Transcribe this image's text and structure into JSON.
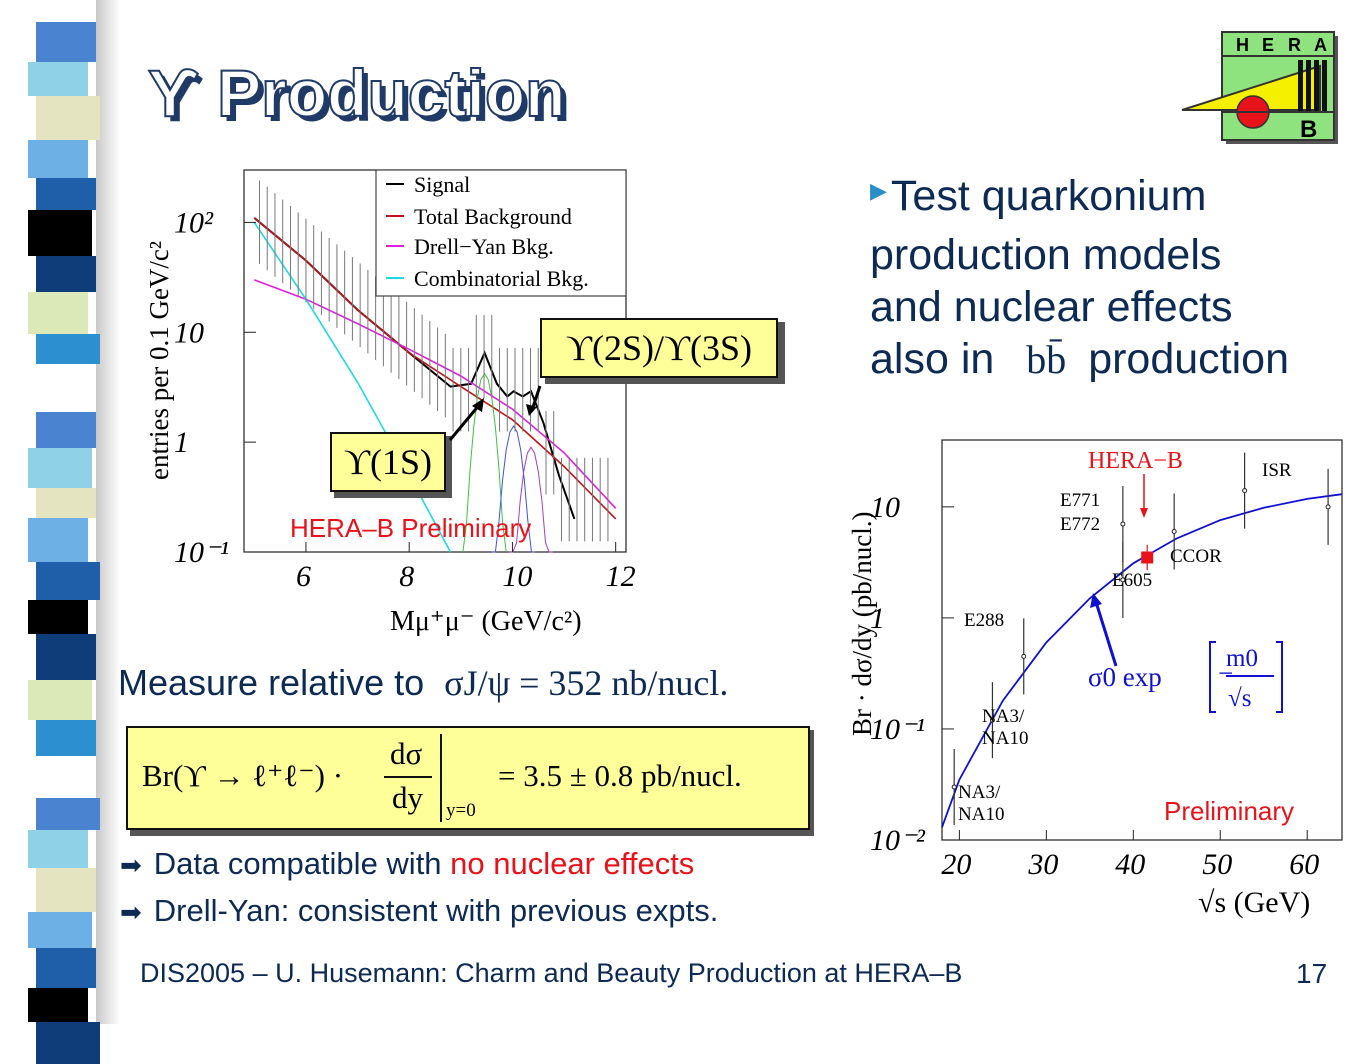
{
  "slide": {
    "title": "ϒ Production",
    "bullet": {
      "line1": "Test quarkonium",
      "line2": "production models",
      "line3": "and nuclear effects",
      "line4_prefix": "also in",
      "line4_math": "bb̄",
      "line4_suffix": "production"
    },
    "measure_label": "Measure relative to",
    "measure_formula": "σJ/ψ = 352 nb/nucl.",
    "result_formula": {
      "lhs": "Br(ϒ → ℓ⁺ℓ⁻) ·",
      "num": "dσ",
      "den": "dy",
      "cond": "y=0",
      "rhs": "= 3.5 ± 0.8 pb/nucl."
    },
    "sub1_prefix": "Data compatible with",
    "sub1_red": "no nuclear effects",
    "sub2": "Drell-Yan: consistent with previous expts.",
    "footer": "DIS2005 – U. Husemann: Charm and Beauty Production at HERA–B",
    "page_number": "17",
    "logo": {
      "letters": [
        "H",
        "E",
        "R",
        "A"
      ],
      "b": "B"
    },
    "colors": {
      "title_outline": "#1f3a66",
      "text": "#0d2a55",
      "accent_red": "#e8131a",
      "box_fill": "#ffff99",
      "logo_green": "#8fe37e",
      "logo_yellow": "#f5f000"
    }
  },
  "chart_data": [
    {
      "type": "line",
      "title": "",
      "xlabel": "Mμ⁺μ⁻ (GeV/c²)",
      "ylabel": "entries per 0.1 GeV/c²",
      "xlim": [
        4.8,
        12.2
      ],
      "ylim": [
        0.1,
        300
      ],
      "log_y": true,
      "xticks": [
        "6",
        "8",
        "10",
        "12"
      ],
      "yticks": [
        "10⁻¹",
        "1",
        "10",
        "10²"
      ],
      "legend_position": "top-right",
      "series": [
        {
          "name": "Signal",
          "color": "#000000",
          "x": [
            5,
            6,
            7,
            8,
            8.8,
            9.2,
            9.46,
            9.7,
            9.9,
            10.02,
            10.2,
            10.36,
            10.6,
            10.9,
            11.2
          ],
          "y": [
            110,
            45,
            16,
            6.5,
            3.2,
            3.4,
            6.5,
            3.4,
            2.6,
            2.9,
            2.6,
            2.9,
            1.5,
            0.5,
            0.2
          ]
        },
        {
          "name": "Total Background",
          "color": "#c0131a",
          "x": [
            5,
            6,
            7,
            8,
            9,
            10,
            11,
            12
          ],
          "y": [
            110,
            45,
            16,
            6.5,
            3.2,
            1.6,
            0.6,
            0.2
          ]
        },
        {
          "name": "Drell−Yan Bkg.",
          "color": "#e020e0",
          "x": [
            5,
            6,
            7,
            8,
            9,
            10,
            11,
            12
          ],
          "y": [
            30,
            20,
            12,
            7,
            4,
            2,
            0.8,
            0.25
          ]
        },
        {
          "name": "Combinatorial Bkg.",
          "color": "#20d8e0",
          "x": [
            5,
            6,
            7,
            8,
            8.8
          ],
          "y": [
            100,
            20,
            3.5,
            0.5,
            0.1
          ]
        }
      ],
      "annotations": [
        "ϒ(1S)",
        "ϒ(2S)/ϒ(3S)",
        "HERA–B Preliminary"
      ]
    },
    {
      "type": "scatter",
      "title": "",
      "xlabel": "√s (GeV)",
      "ylabel": "Br · dσ/dy (pb/nucl.)",
      "xlim": [
        18,
        64
      ],
      "ylim": [
        0.01,
        40
      ],
      "log_y": true,
      "xticks": [
        "20",
        "30",
        "40",
        "50",
        "60"
      ],
      "yticks": [
        "10⁻²",
        "10⁻¹",
        "1",
        "10"
      ],
      "points": [
        {
          "label": "NA3/NA10",
          "x": 19.4,
          "y": 0.03
        },
        {
          "label": "NA3/NA10",
          "x": 23.8,
          "y": 0.12
        },
        {
          "label": "E288",
          "x": 27.4,
          "y": 0.45
        },
        {
          "label": "E605",
          "x": 38.8,
          "y": 2.2
        },
        {
          "label": "E771",
          "x": 38.8,
          "y": 7
        },
        {
          "label": "HERA–B",
          "x": 41.6,
          "y": 3.5
        },
        {
          "label": "CCOR",
          "x": 44.7,
          "y": 6
        },
        {
          "label": "ISR",
          "x": 52.8,
          "y": 14
        },
        {
          "label": "ISR",
          "x": 62.4,
          "y": 10
        }
      ],
      "fit": {
        "label": "σ0 exp[−m0/√s]",
        "color": "#1010d0",
        "x": [
          18,
          20,
          25,
          30,
          35,
          40,
          45,
          50,
          55,
          60,
          64
        ],
        "y": [
          0.013,
          0.035,
          0.18,
          0.6,
          1.5,
          3.1,
          5.2,
          7.6,
          9.8,
          11.8,
          13
        ]
      },
      "labels": [
        "HERA−B",
        "E771",
        "E772",
        "ISR",
        "CCOR",
        "E605",
        "E288",
        "NA3/",
        "NA10",
        "NA3/",
        "NA10",
        "σ0 exp",
        "m0",
        "√s"
      ],
      "annotations": [
        "Preliminary"
      ]
    }
  ]
}
